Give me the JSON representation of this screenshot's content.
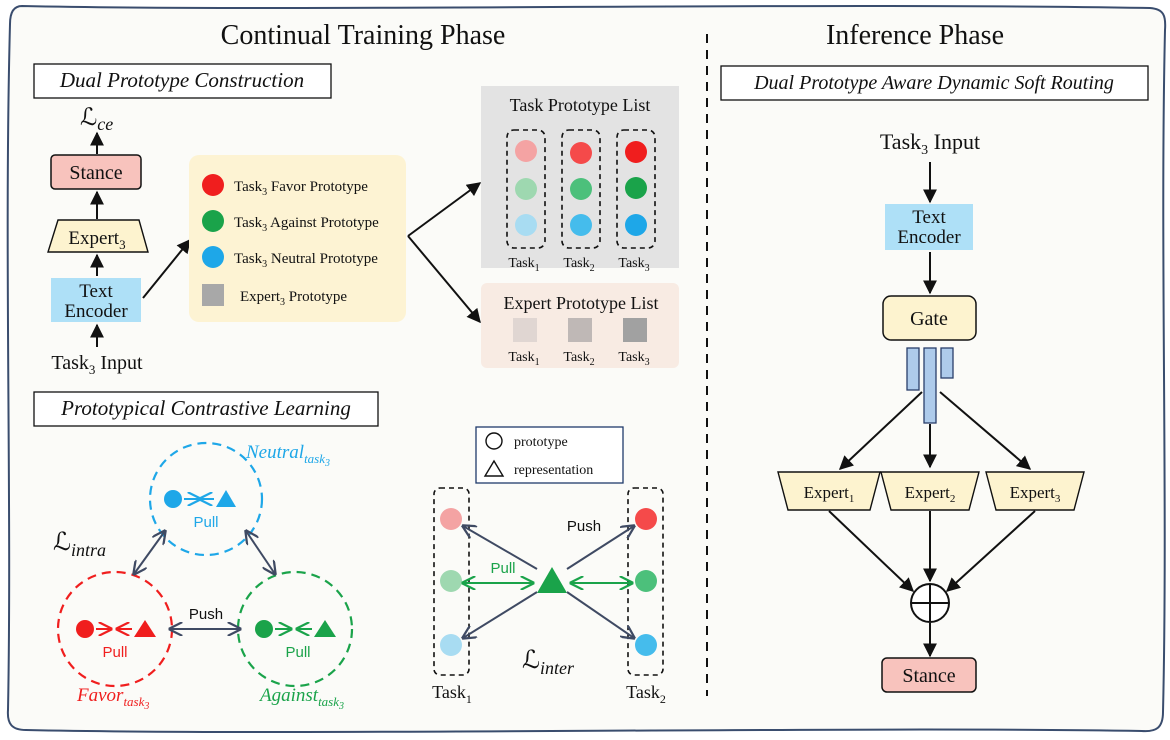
{
  "titles": {
    "training": "Continual Training Phase",
    "inference": "Inference Phase"
  },
  "sections": {
    "dual_proto": "Dual Prototype Construction",
    "contrastive": "Prototypical Contrastive Learning",
    "routing": "Dual Prototype Aware Dynamic Soft Routing"
  },
  "left_stack": {
    "loss_ce_main": "ℒ",
    "loss_ce_sub": "ce",
    "stance": "Stance",
    "expert_main": "Expert",
    "expert_sub": "3",
    "encoder_line1": "Text",
    "encoder_line2": "Encoder",
    "input_main": "Task",
    "input_sub": "3",
    "input_rest": " Input"
  },
  "prototype_legend": {
    "items": [
      {
        "pre": "Task",
        "sub": "3",
        "post": " Favor Prototype",
        "color": "#f01e1e"
      },
      {
        "pre": "Task",
        "sub": "3",
        "post": " Against Prototype",
        "color": "#1aa34a"
      },
      {
        "pre": "Task",
        "sub": "3",
        "post": " Neutral Prototype",
        "color": "#1ea7e8"
      },
      {
        "pre": "Expert",
        "sub": "3",
        "post": " Prototype",
        "color": "#a8a8a8"
      }
    ]
  },
  "task_proto_list": {
    "title": "Task Prototype List",
    "labels": [
      {
        "main": "Task",
        "sub": "1"
      },
      {
        "main": "Task",
        "sub": "2"
      },
      {
        "main": "Task",
        "sub": "3"
      }
    ]
  },
  "expert_proto_list": {
    "title": "Expert Prototype List",
    "labels": [
      {
        "main": "Task",
        "sub": "1"
      },
      {
        "main": "Task",
        "sub": "2"
      },
      {
        "main": "Task",
        "sub": "3"
      }
    ]
  },
  "contrastive": {
    "neutral_main": "Neutral",
    "neutral_sub": "task",
    "neutral_subsub": "3",
    "favor_main": "Favor",
    "favor_sub": "task",
    "favor_subsub": "3",
    "against_main": "Against",
    "against_sub": "task",
    "against_subsub": "3",
    "intra_main": "ℒ",
    "intra_sub": "intra",
    "pull": "Pull",
    "push": "Push"
  },
  "inter": {
    "legend_proto": "prototype",
    "legend_repr": "representation",
    "push": "Push",
    "pull": "Pull",
    "loss_main": "ℒ",
    "loss_sub": "inter",
    "task1_main": "Task",
    "task1_sub": "1",
    "task2_main": "Task",
    "task2_sub": "2"
  },
  "inference": {
    "input_main": "Task",
    "input_sub": "3",
    "input_rest": " Input",
    "encoder_line1": "Text",
    "encoder_line2": "Encoder",
    "gate": "Gate",
    "experts": [
      {
        "main": "Expert",
        "sub": "1"
      },
      {
        "main": "Expert",
        "sub": "2"
      },
      {
        "main": "Expert",
        "sub": "3"
      }
    ],
    "stance": "Stance"
  },
  "colors": {
    "favor": "#f01e1e",
    "against": "#1aa34a",
    "neutral": "#1ea7e8",
    "stance_fill": "#f8c3bd",
    "expert_fill": "#fdf3cf",
    "encoder_fill": "#aee0f7",
    "legend_bg": "#fdf3d3",
    "task_list_bg": "#e3e3e3",
    "expert_list_bg": "#f8ebe3",
    "arrow": "#3f4a63"
  }
}
